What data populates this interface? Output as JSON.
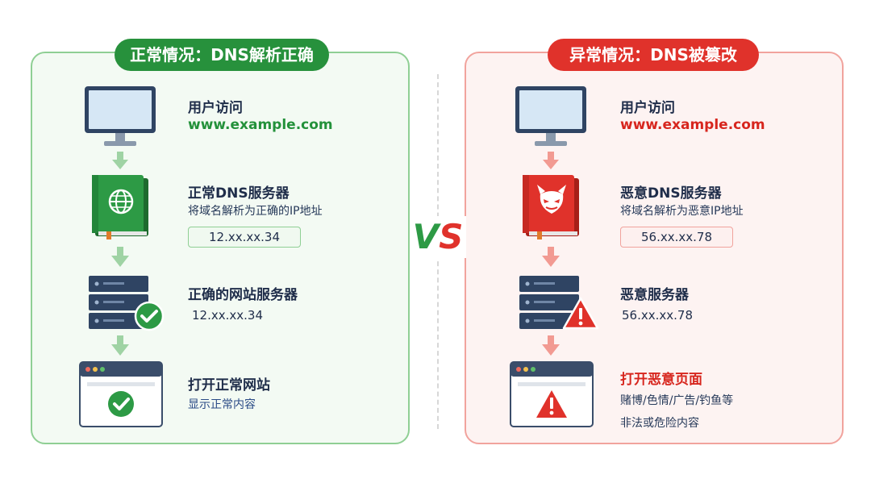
{
  "good": {
    "title": "正常情况：DNS解析正确",
    "step1": {
      "label": "用户访问",
      "url": "www.example.com"
    },
    "step2": {
      "label": "正常DNS服务器",
      "desc": "将域名解析为正确的IP地址",
      "ip": "12.xx.xx.34"
    },
    "step3": {
      "label": "正确的网站服务器",
      "ip": "12.xx.xx.34"
    },
    "step4": {
      "label": "打开正常网站",
      "desc": "显示正常内容"
    }
  },
  "vs": {
    "v": "V",
    "s": "S"
  },
  "bad": {
    "title": "异常情况：DNS被篡改",
    "step1": {
      "label": "用户访问",
      "url": "www.example.com"
    },
    "step2": {
      "label": "恶意DNS服务器",
      "desc": "将域名解析为恶意IP地址",
      "ip": "56.xx.xx.78"
    },
    "step3": {
      "label": "恶意服务器",
      "ip": "56.xx.xx.78"
    },
    "step4": {
      "label": "打开恶意页面",
      "desc1": "赌博/色情/广告/钓鱼等",
      "desc2": "非法或危险内容"
    }
  },
  "colors": {
    "green": "#27913c",
    "red": "#e0322b",
    "navy": "#1f2d4a",
    "server": "#2f4463"
  },
  "icons": {
    "monitor": "monitor-icon",
    "dns_book_good": "globe-book-icon",
    "dns_book_bad": "devil-book-icon",
    "server": "server-rack-icon",
    "check": "check-circle-icon",
    "warning": "warning-triangle-icon",
    "browser": "browser-window-icon",
    "arrow": "arrow-down-icon"
  }
}
